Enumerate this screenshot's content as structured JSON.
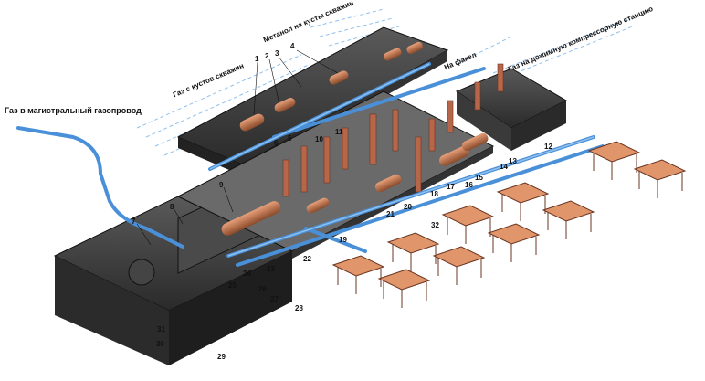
{
  "labels": {
    "main_pipeline": "Газ в магистральный газопровод",
    "gas_from_wells": "Газ с кустов скважин",
    "methanol_to_wells": "Метанол на кусты скважин",
    "to_flare": "На факел",
    "to_booster": "Газ на дожимную компрессорную станцию"
  },
  "callouts": [
    "1",
    "2",
    "3",
    "4",
    "5",
    "6",
    "7",
    "8",
    "9",
    "10",
    "11",
    "12",
    "13",
    "14",
    "15",
    "16",
    "17",
    "18",
    "19",
    "20",
    "21",
    "22",
    "23",
    "24",
    "25",
    "26",
    "27",
    "28",
    "29",
    "30",
    "31",
    "32"
  ],
  "colors": {
    "building": "#3a3a3a",
    "building_dark": "#222222",
    "roof": "#555555",
    "pipe": "#4a90d9",
    "pipe_light": "#8fc1ee",
    "vessel": "#c8704a",
    "column": "#b8664a",
    "cooler": "#e0956a"
  }
}
